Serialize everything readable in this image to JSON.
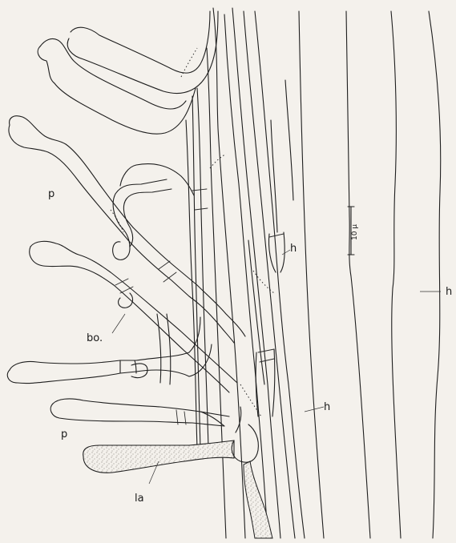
{
  "labels": {
    "p_upper": "p",
    "p_lower": "p",
    "bo": "bo.",
    "la": "la",
    "h_upper": "h",
    "h_lower": "h",
    "h_right": "h",
    "scale": "10 µ"
  },
  "colors": {
    "paper": "#f4f1ec",
    "ink": "#1e1e1e",
    "stipple": "#8a8580"
  }
}
